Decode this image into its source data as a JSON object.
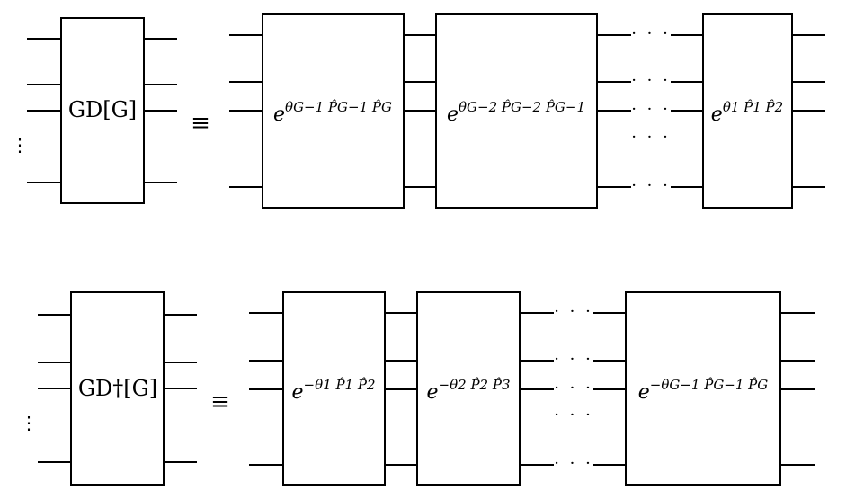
{
  "equivalence_symbol": "≡",
  "vertical_dots": "⋮",
  "horizontal_dots": "· · ·",
  "top_row": {
    "gate_label": "GD[G]",
    "decomposition_gates": [
      {
        "base": "e",
        "exponent": "θG−1 P̂G−1 P̂G"
      },
      {
        "base": "e",
        "exponent": "θG−2 P̂G−2 P̂G−1"
      },
      {
        "base": "e",
        "exponent": "θ1 P̂1 P̂2"
      }
    ]
  },
  "bottom_row": {
    "gate_label": "GD†[G]",
    "decomposition_gates": [
      {
        "base": "e",
        "exponent": "−θ1 P̂1 P̂2"
      },
      {
        "base": "e",
        "exponent": "−θ2 P̂2 P̂3"
      },
      {
        "base": "e",
        "exponent": "−θG−1 P̂G−1 P̂G"
      }
    ]
  }
}
